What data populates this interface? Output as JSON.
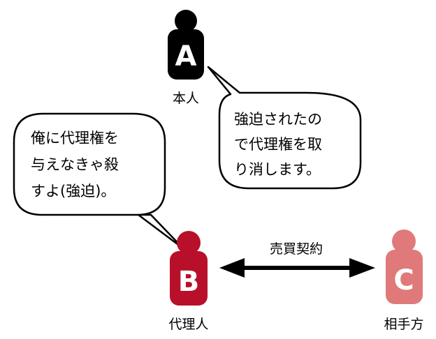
{
  "persons": {
    "a": {
      "letter": "A",
      "name": "本人",
      "color": "#000000"
    },
    "b": {
      "letter": "B",
      "name": "代理人",
      "color": "#b8102a"
    },
    "c": {
      "letter": "C",
      "name": "相手方",
      "color": "#e07a7a"
    }
  },
  "bubbles": {
    "left": {
      "lines": [
        "俺に代理権を",
        "与えなきゃ殺",
        "すよ(強迫)。"
      ]
    },
    "right": {
      "lines": [
        "強迫されたの",
        "で代理権を取",
        "り消します。"
      ]
    }
  },
  "contract_label": "売買契約"
}
